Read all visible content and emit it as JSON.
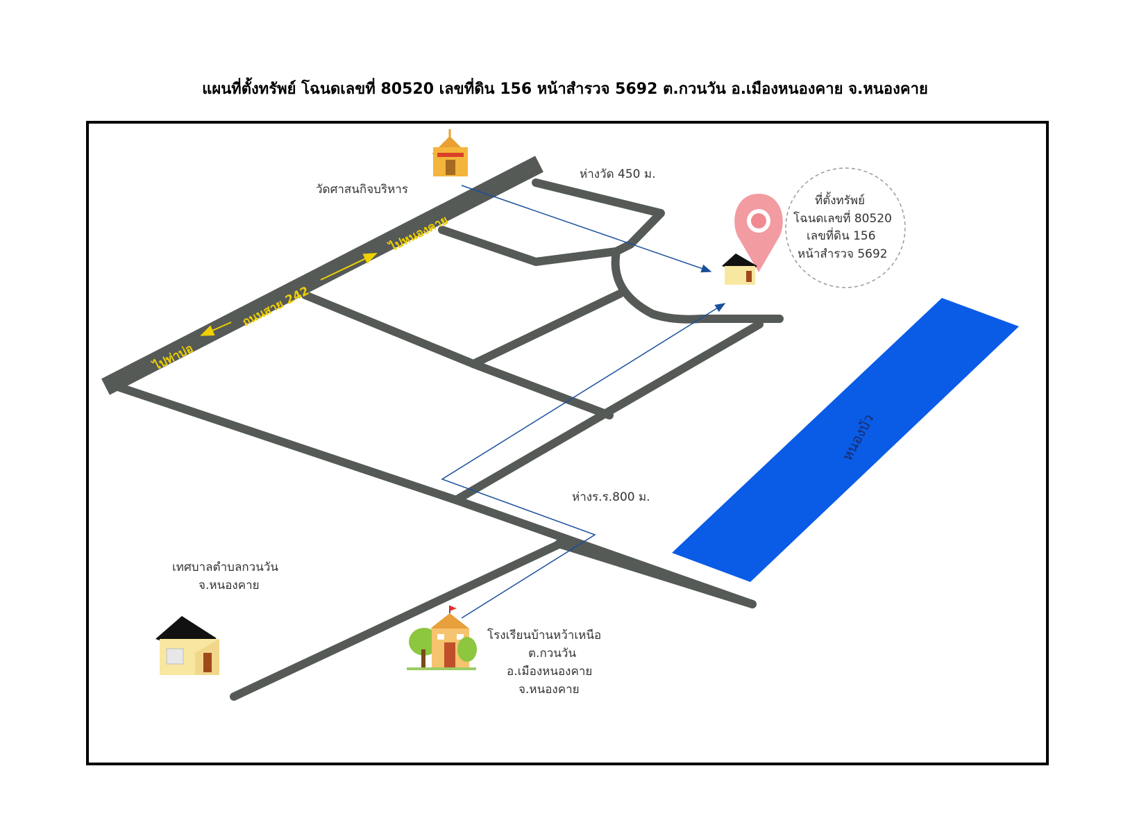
{
  "title": "แผนที่ตั้งทรัพย์ โฉนดเลขที่ 80520 เลขที่ดิน 156 หน้าสำรวจ 5692 ต.กวนวัน อ.เมืองหนองคาย จ.หนองคาย",
  "map": {
    "road_name": "ถนนสาย 242",
    "to_nongkhai": "ไปหนองคาย",
    "to_thabo": "ไปท่าบ่อ",
    "temple": {
      "name": "วัดศาสนกิจบริหาร",
      "icon": "temple-icon"
    },
    "dist_temple": "ห่างวัด 450 ม.",
    "dist_school": "ห่างร.ร.800 ม.",
    "property": {
      "line1": "ที่ตั้งทรัพย์",
      "line2": "โฉนดเลขที่ 80520",
      "line3": "เลขที่ดิน 156",
      "line4": "หน้าสำรวจ 5692",
      "icon": "location-pin-icon"
    },
    "municipality": {
      "line1": "เทศบาลตำบลกวนวัน",
      "line2": "จ.หนองคาย",
      "icon": "house-icon"
    },
    "school": {
      "line1": "โรงเรียนบ้านหว้าเหนือ",
      "line2": "ต.กวนวัน",
      "line3": "อ.เมืองหนองคาย",
      "line4": "จ.หนองคาย",
      "icon": "school-icon"
    },
    "lake": {
      "name": "หนองบัว",
      "color": "#0a5ce6"
    },
    "colors": {
      "road": "#555a57",
      "road_label": "#f0d000",
      "pin": "#f08a90",
      "arrow": "#1a4f9c"
    }
  }
}
